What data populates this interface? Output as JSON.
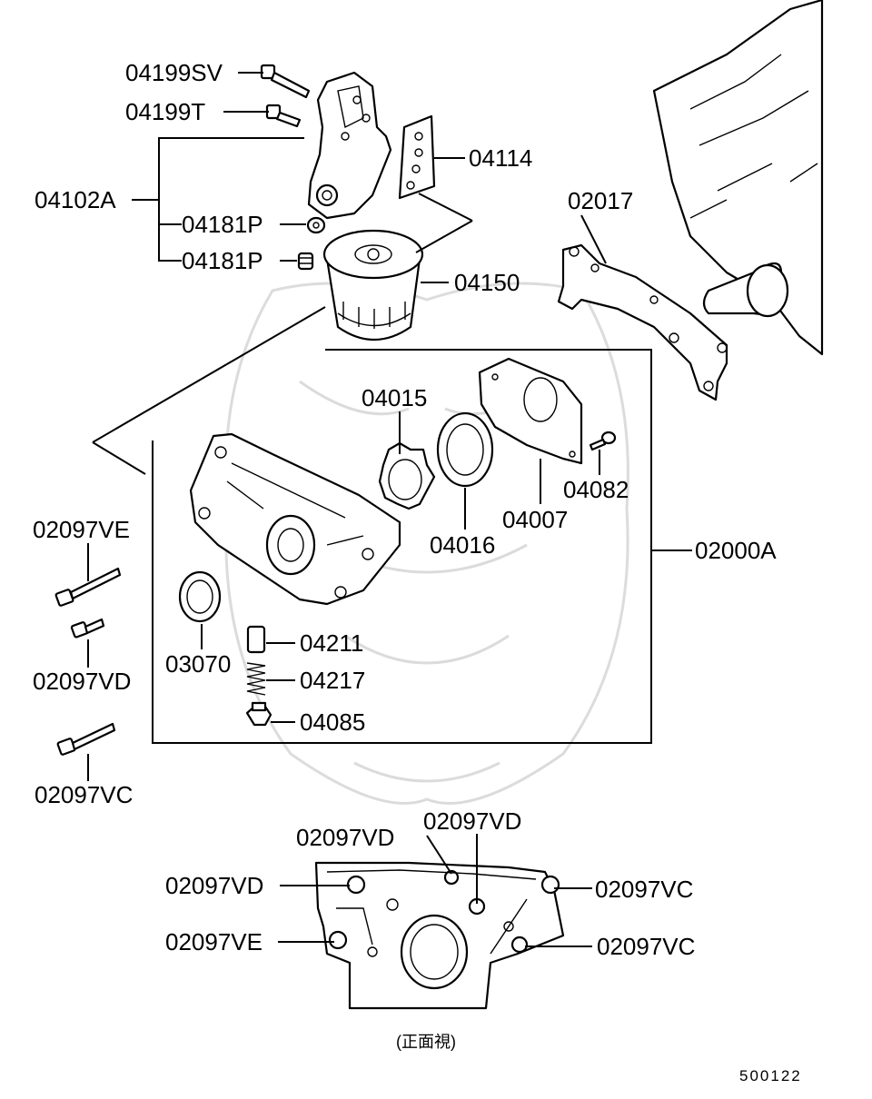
{
  "diagram": {
    "labels": {
      "l_04199SV": "04199SV",
      "l_04199T": "04199T",
      "l_04102A": "04102A",
      "l_04181P_a": "04181P",
      "l_04181P_b": "04181P",
      "l_04114": "04114",
      "l_04150": "04150",
      "l_02017": "02017",
      "l_04015": "04015",
      "l_04082": "04082",
      "l_04007": "04007",
      "l_04016": "04016",
      "l_02000A": "02000A",
      "l_02097VE": "02097VE",
      "l_02097VD": "02097VD",
      "l_02097VC": "02097VC",
      "l_03070": "03070",
      "l_04211": "04211",
      "l_04217": "04217",
      "l_04085": "04085",
      "f_02097VD_top": "02097VD",
      "f_02097VD_mid": "02097VD",
      "f_02097VD_left": "02097VD",
      "f_02097VE_left": "02097VE",
      "f_02097VC_right1": "02097VC",
      "f_02097VC_right2": "02097VC"
    },
    "front_view_caption": "(正面視)",
    "diagram_code": "500122"
  }
}
